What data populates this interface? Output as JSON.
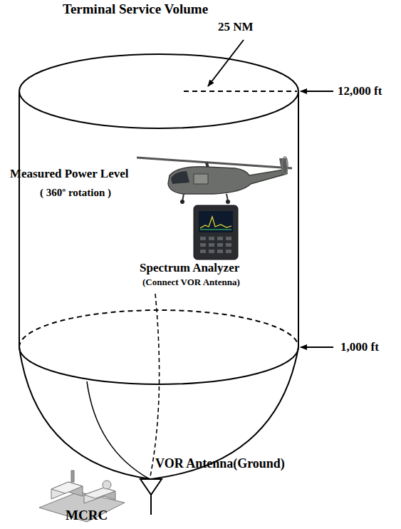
{
  "diagram": {
    "title": "Terminal Service Volume",
    "labels": [
      "25 NM",
      "12,000 ft",
      "Measured Power Level",
      "( 360º rotation )",
      "Spectrum Analyzer",
      "(Connect VOR Antenna)",
      "1,000 ft",
      "VOR Antenna(Ground)",
      "MCRC"
    ]
  }
}
